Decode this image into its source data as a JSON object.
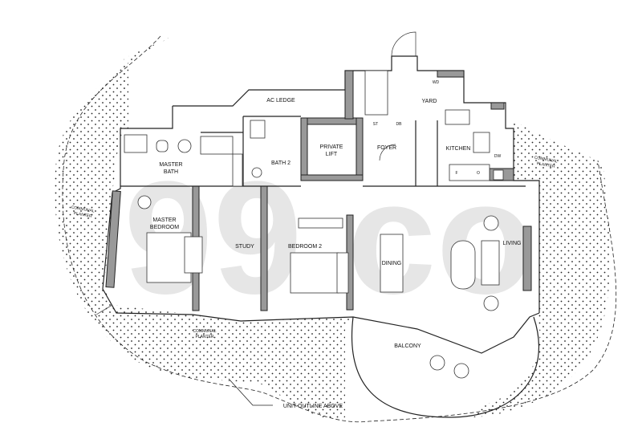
{
  "plan": {
    "watermark": "99.co",
    "rooms": {
      "ac_ledge": "AC LEDGE",
      "yard": "YARD",
      "wd": "WD",
      "st": "ST",
      "db": "DB",
      "private_lift_1": "PRIVATE",
      "private_lift_2": "LIFT",
      "foyer": "FOYER",
      "kitchen": "KITCHEN",
      "dw": "DW",
      "f": "F",
      "o": "O",
      "master_bath_1": "MASTER",
      "master_bath_2": "BATH",
      "bath2": "BATH 2",
      "master_bedroom_1": "MASTER",
      "master_bedroom_2": "BEDROOM",
      "study": "STUDY",
      "bedroom2": "BEDROOM 2",
      "dining": "DINING",
      "living": "LIVING",
      "balcony": "BALCONY"
    },
    "planter_label_1": "COMMUNAL",
    "planter_label_2": "PLANTER",
    "unit_outline": "UNIT OUTLINE ABOVE",
    "colors": {
      "wall": "#999999",
      "line": "#222222",
      "watermark": "#e6e6e6"
    }
  }
}
